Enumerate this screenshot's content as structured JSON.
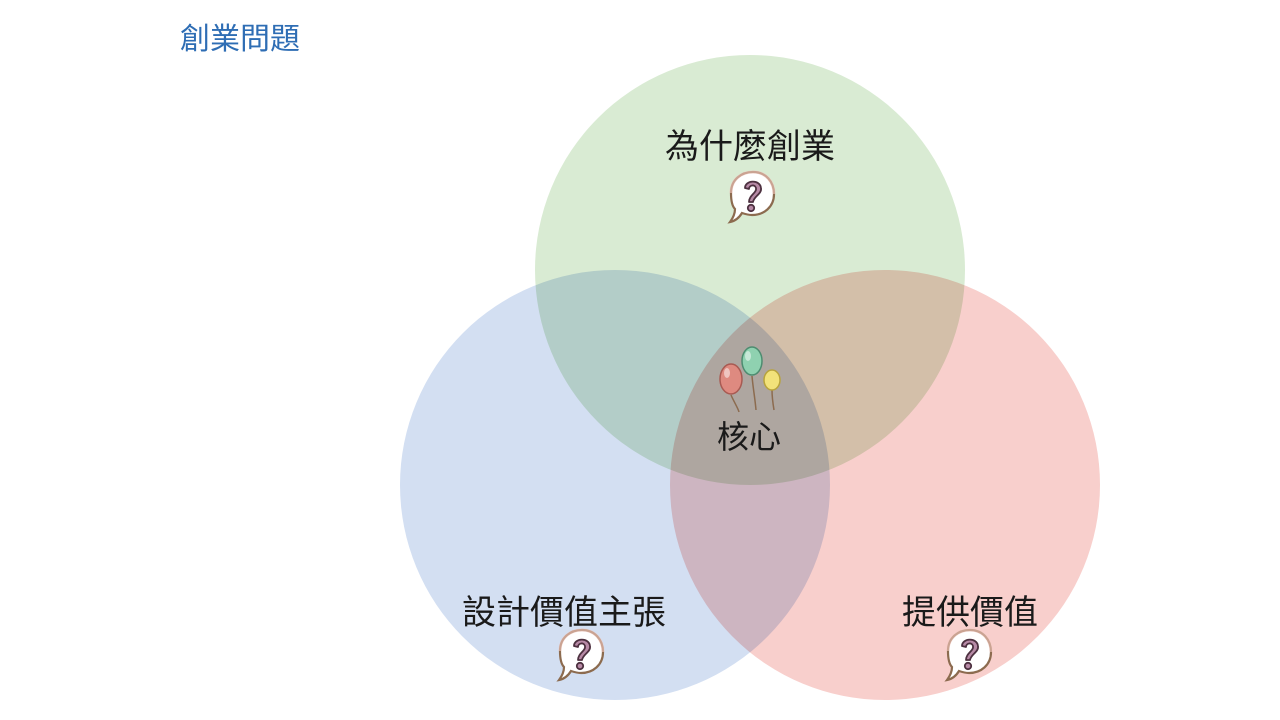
{
  "slide": {
    "title": "創業問題"
  },
  "venn": {
    "top": {
      "label": "為什麼創業",
      "color": "#d9ebd3"
    },
    "left": {
      "label": "設計價值主張",
      "color": "#d3dff2"
    },
    "right": {
      "label": "提供價值",
      "color": "#f8cfcc"
    },
    "center": {
      "label": "核心"
    }
  },
  "icons": {
    "question": "question-bubble-icon",
    "center": "balloons-icon"
  }
}
